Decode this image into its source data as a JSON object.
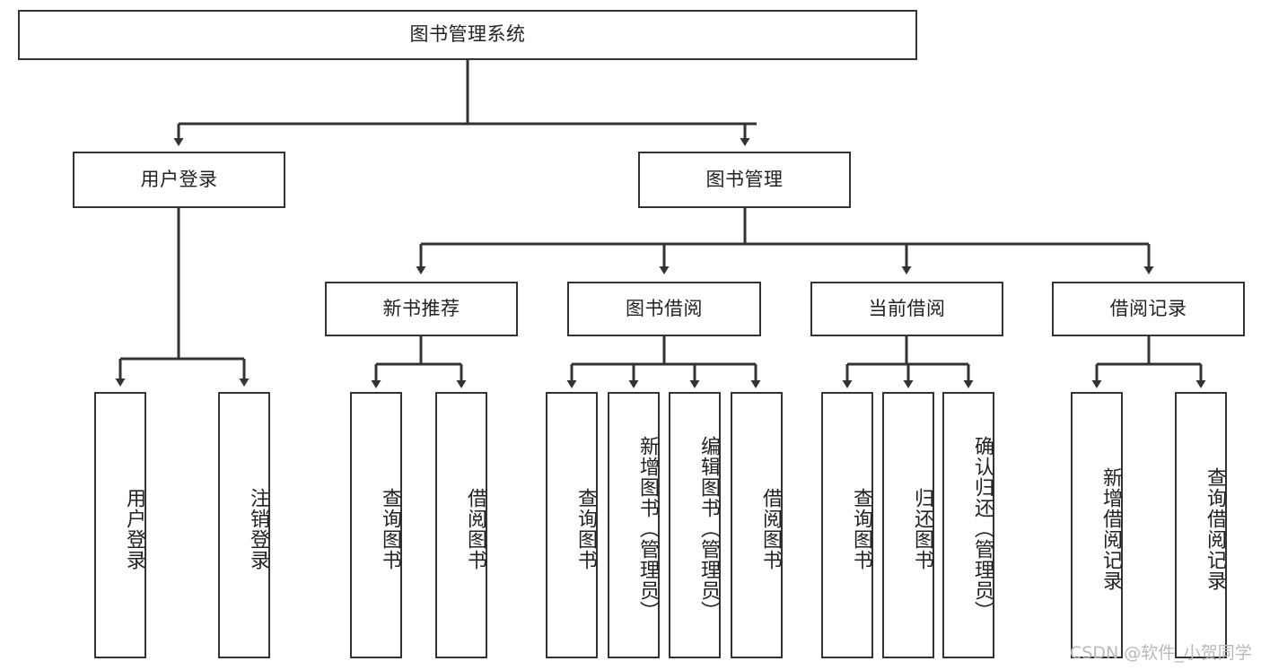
{
  "diagram": {
    "title": "图书管理系统",
    "watermark": "CSDN @软件_小贺同学",
    "colors": {
      "box_border": "#333333",
      "box_fill": "#ffffff",
      "connector": "#333333",
      "text": "#222222",
      "watermark": "#b9b9b9"
    },
    "root": {
      "label": "图书管理系统"
    },
    "level2": [
      {
        "label": "用户登录"
      },
      {
        "label": "图书管理"
      }
    ],
    "level3": [
      {
        "label": "新书推荐"
      },
      {
        "label": "图书借阅"
      },
      {
        "label": "当前借阅"
      },
      {
        "label": "借阅记录"
      }
    ],
    "leaves": {
      "user_login": [
        {
          "label": "用户登录"
        },
        {
          "label": "注销登录"
        }
      ],
      "new_book": [
        {
          "label": "查询图书"
        },
        {
          "label": "借阅图书"
        }
      ],
      "book_borrow": [
        {
          "label": "查询图书"
        },
        {
          "label": "新增图书（管理员）"
        },
        {
          "label": "编辑图书（管理员）"
        },
        {
          "label": "借阅图书"
        }
      ],
      "current_borrow": [
        {
          "label": "查询图书"
        },
        {
          "label": "归还图书"
        },
        {
          "label": "确认归还（管理员）"
        }
      ],
      "borrow_record": [
        {
          "label": "新增借阅记录"
        },
        {
          "label": "查询借阅记录"
        }
      ]
    }
  }
}
